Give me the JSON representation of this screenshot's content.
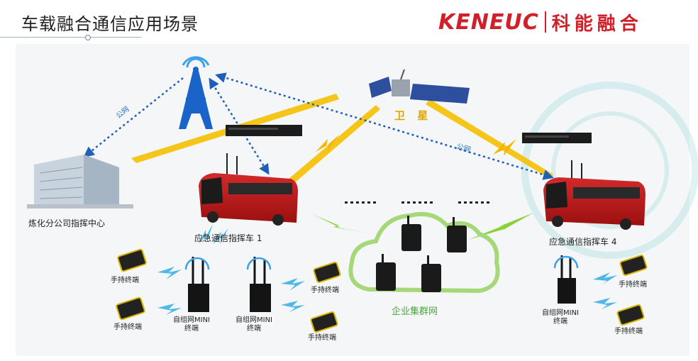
{
  "title": "车载融合通信应用场景",
  "logo": {
    "en": "KENEUC",
    "cn": "科能融合"
  },
  "labels": {
    "hq": "炼化分公司指挥中心",
    "vehicle1": "应急通信指挥车 1",
    "vehicle4": "应急通信指挥车 4",
    "satellite": "卫 星",
    "public_net_1": "公网",
    "public_net_2": "公网",
    "cluster": "企业集群网",
    "ellipsis": "……",
    "handheld": "手持终端",
    "mini_line1": "自组网MINI",
    "mini_line2": "终端"
  },
  "colors": {
    "brand": "#d0202a",
    "link_blue": "#2a6fbf",
    "beam": "#f2b705",
    "cloud": "#a6d87a"
  },
  "icons": [
    "cell-tower-icon",
    "satellite-icon",
    "building-icon",
    "bus-icon",
    "radio-rack-icon",
    "walkie-talkie-icon",
    "handheld-terminal-icon",
    "mini-terminal-icon",
    "lightning-bolt-icon",
    "cloud-icon"
  ]
}
